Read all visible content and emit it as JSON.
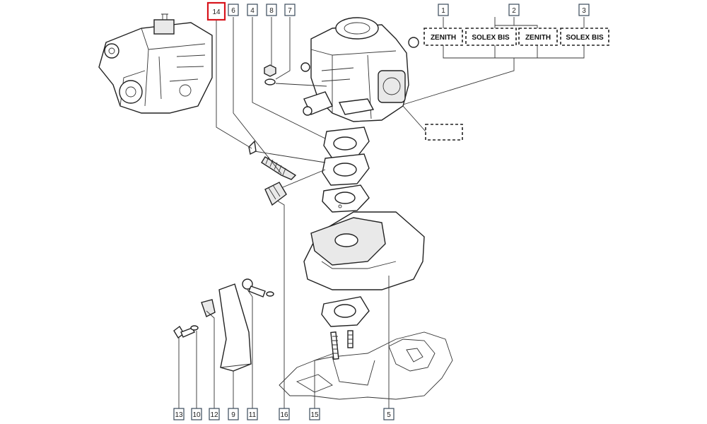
{
  "callouts": {
    "c14": "14",
    "c6": "6",
    "c4": "4",
    "c8": "8",
    "c7": "7",
    "c1": "1",
    "c2": "2",
    "c3": "3",
    "c13": "13",
    "c10": "10",
    "c12": "12",
    "c9": "9",
    "c11": "11",
    "c16": "16",
    "c15": "15",
    "c5": "5"
  },
  "highlighted_callout": "14",
  "variants": {
    "v1": "ZENITH",
    "v2a": "SOLEX BIS",
    "v2b": "ZENITH",
    "v3": "SOLEX BIS"
  },
  "colors": {
    "highlight": "#d8141c",
    "callout_border": "#3a4a5a",
    "ink": "#222222"
  }
}
